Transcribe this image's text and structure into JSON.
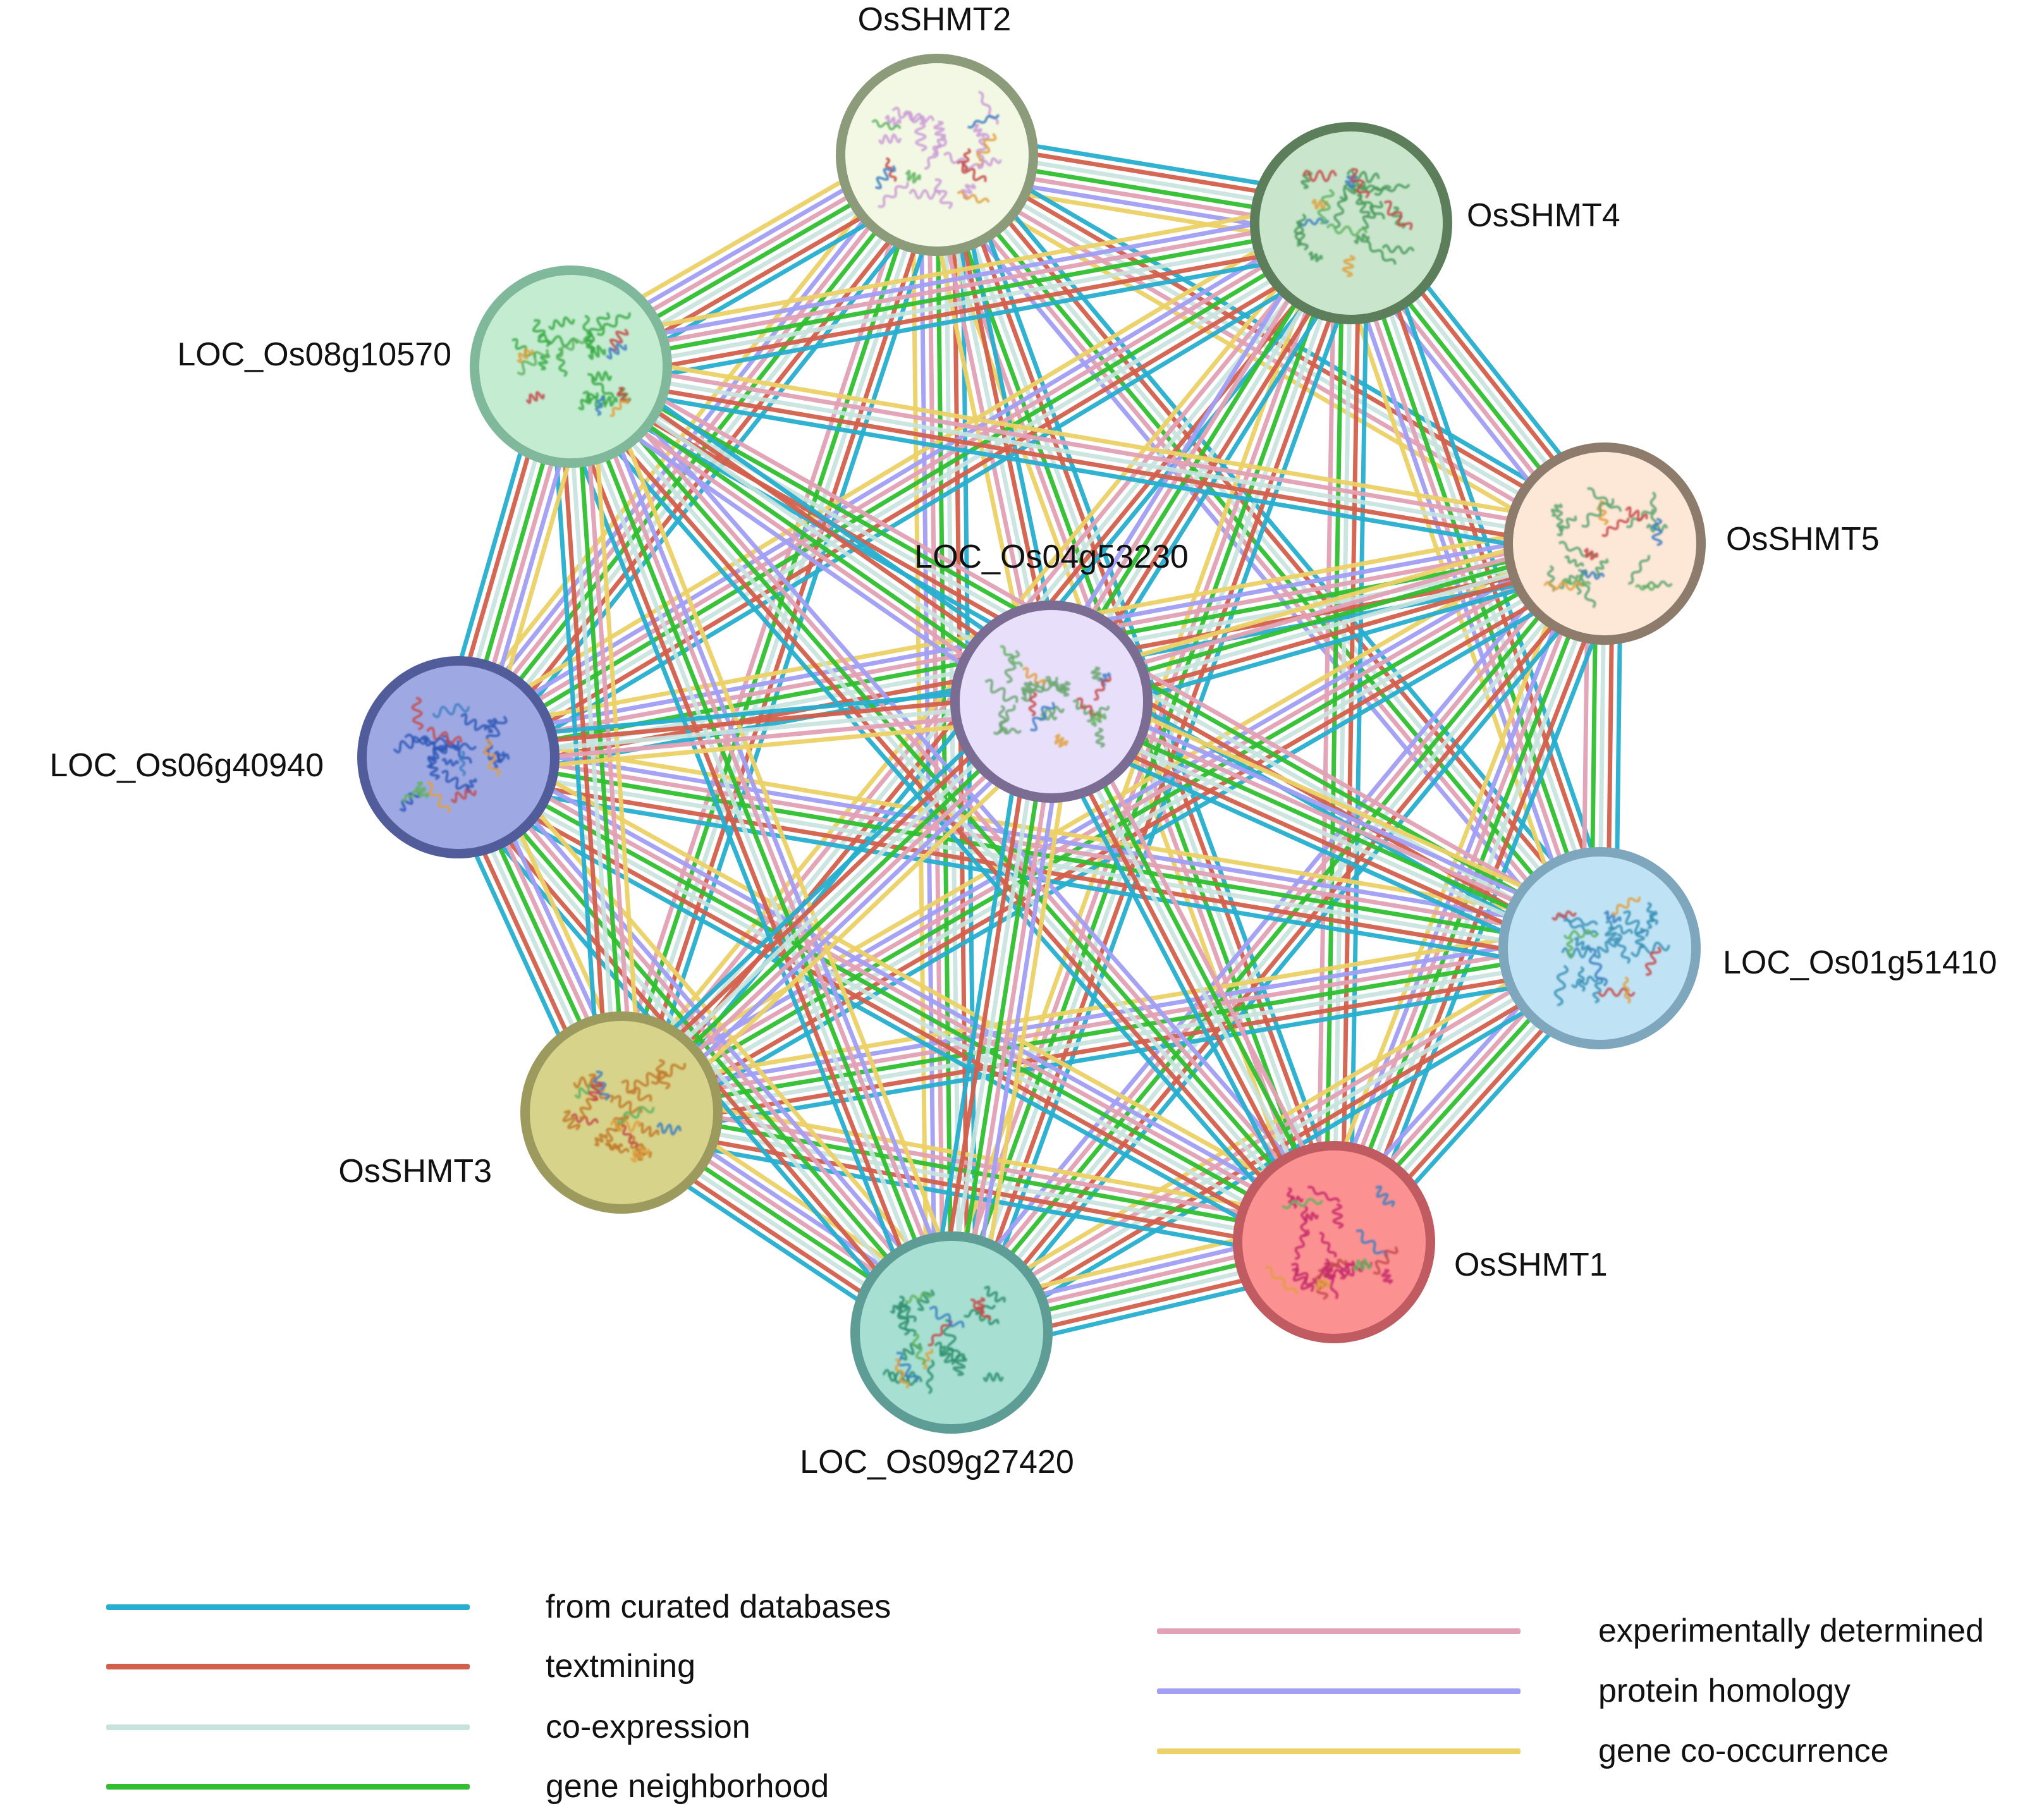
{
  "edge_types": [
    {
      "key": "curated",
      "label": "from curated databases",
      "color": "#28aecf"
    },
    {
      "key": "textmining",
      "label": "textmining",
      "color": "#d2604c"
    },
    {
      "key": "coexpression",
      "label": "co-expression",
      "color": "#c7e3dd"
    },
    {
      "key": "neighborhood",
      "label": "gene neighborhood",
      "color": "#31bf31"
    },
    {
      "key": "experimental",
      "label": "experimentally determined",
      "color": "#e2a2b6"
    },
    {
      "key": "homology",
      "label": "protein homology",
      "color": "#a29ff5"
    },
    {
      "key": "cooccurrence",
      "label": "gene co-occurrence",
      "color": "#ecd167"
    }
  ],
  "nodes": [
    {
      "id": "OsSHMT2",
      "label": "OsSHMT2",
      "fill": "#f3f8e4",
      "ring": "#8c9b79",
      "structure": "#c99ad6"
    },
    {
      "id": "OsSHMT4",
      "label": "OsSHMT4",
      "fill": "#c9e6cc",
      "ring": "#5d7e5b",
      "structure": "#4a9a5c"
    },
    {
      "id": "OsSHMT5",
      "label": "OsSHMT5",
      "fill": "#fde7d7",
      "ring": "#8d7b6b",
      "structure": "#5aa36e"
    },
    {
      "id": "LOC_Os01g51410",
      "label": "LOC_Os01g51410",
      "fill": "#bfe3f5",
      "ring": "#7ea7bd",
      "structure": "#3a8fb5"
    },
    {
      "id": "OsSHMT1",
      "label": "OsSHMT1",
      "fill": "#fc9191",
      "ring": "#bf5b61",
      "structure": "#c42a6a"
    },
    {
      "id": "LOC_Os09g27420",
      "label": "LOC_Os09g27420",
      "fill": "#a7e0d2",
      "ring": "#5e9d96",
      "structure": "#2f8f6f"
    },
    {
      "id": "OsSHMT3",
      "label": "OsSHMT3",
      "fill": "#d8d38a",
      "ring": "#9c9a5d",
      "structure": "#c07a2a"
    },
    {
      "id": "LOC_Os06g40940",
      "label": "LOC_Os06g40940",
      "fill": "#9ea9e4",
      "ring": "#515c9b",
      "structure": "#2f57b5"
    },
    {
      "id": "LOC_Os08g10570",
      "label": "LOC_Os08g10570",
      "fill": "#c4ecd1",
      "ring": "#7fb89b",
      "structure": "#3aaa44"
    },
    {
      "id": "LOC_Os04g53230",
      "label": "LOC_Os04g53230",
      "fill": "#e8e0fb",
      "ring": "#7a6c92",
      "structure": "#6aa46e"
    }
  ]
}
